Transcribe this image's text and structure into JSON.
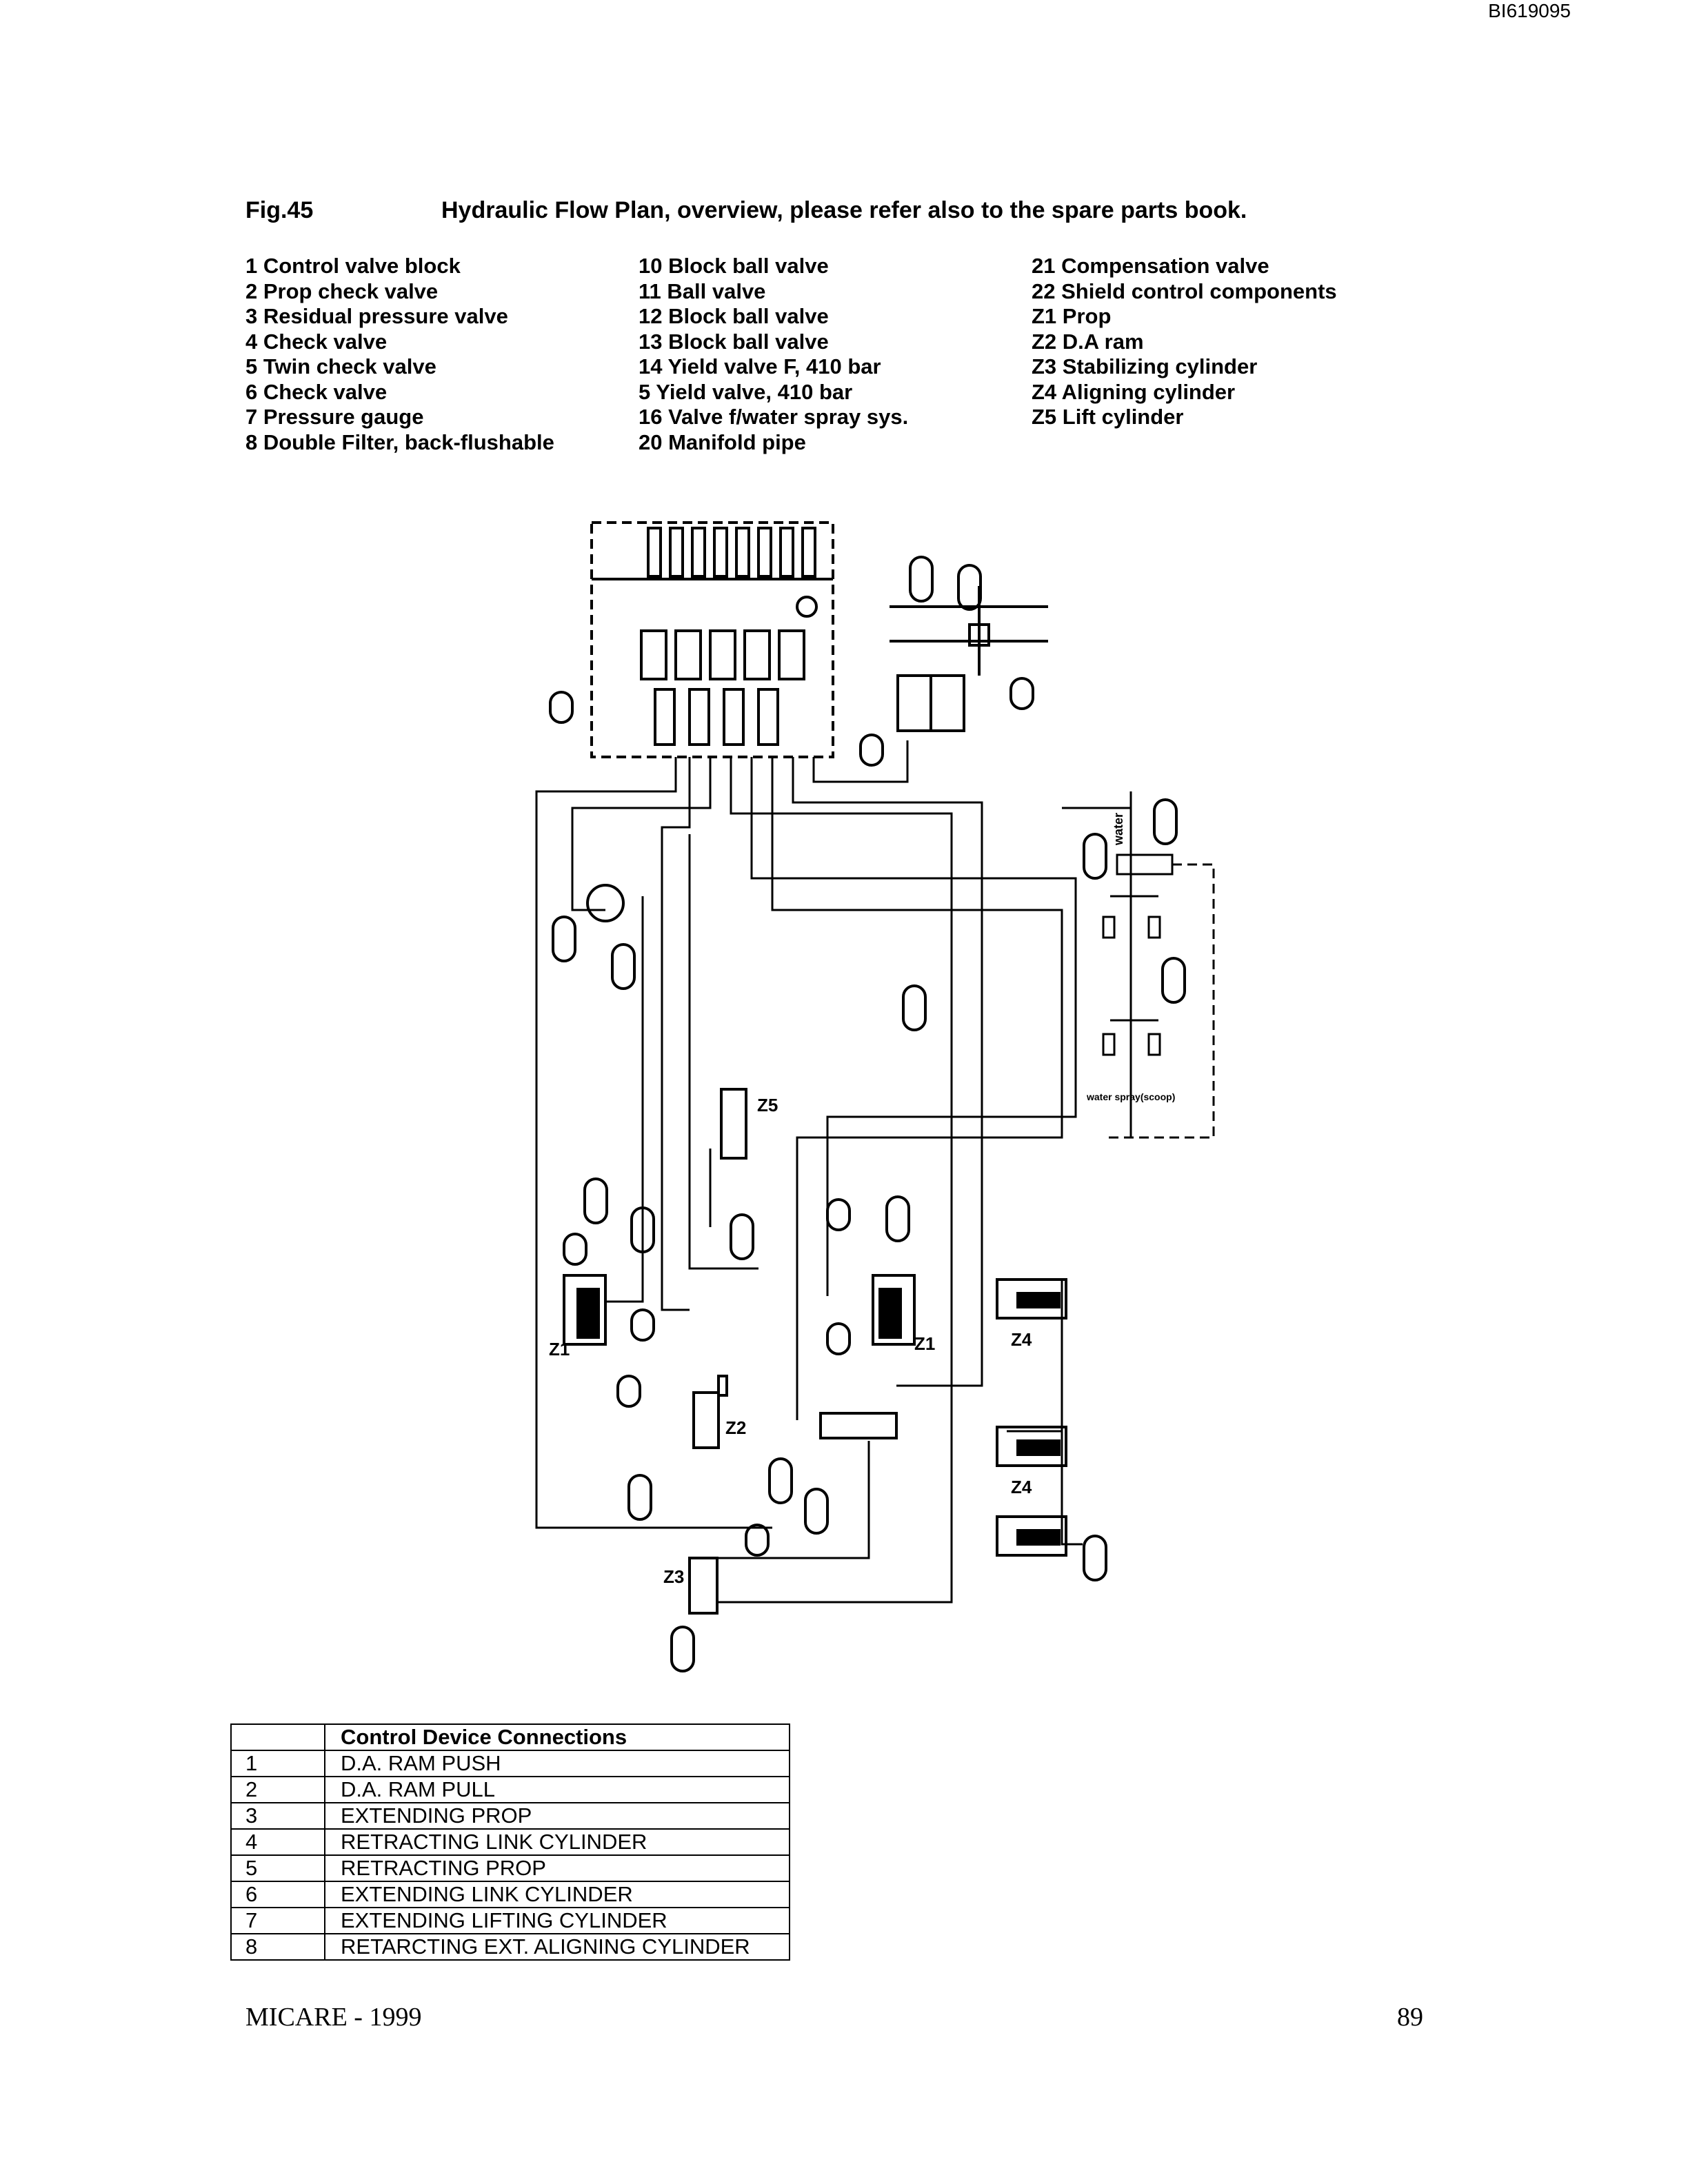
{
  "doc_id": "BI619095",
  "figure": {
    "number": "Fig.45",
    "title": "Hydraulic Flow Plan, overview, please refer also to the spare parts book."
  },
  "legend": {
    "col1": [
      "1 Control valve block",
      "2 Prop check valve",
      "3 Residual pressure valve",
      "4 Check valve",
      "5 Twin check valve",
      "6 Check valve",
      "7 Pressure gauge",
      "8 Double Filter, back-flushable"
    ],
    "col2": [
      "10 Block ball valve",
      "11 Ball valve",
      "12 Block ball valve",
      "13 Block ball valve",
      "14 Yield valve F, 410 bar",
      "5 Yield valve, 410 bar",
      "16 Valve f/water spray sys.",
      "20 Manifold pipe"
    ],
    "col3": [
      "21 Compensation valve",
      "22 Shield control components",
      "Z1 Prop",
      "Z2 D.A ram",
      "Z3 Stabilizing cylinder",
      "Z4 Aligning cylinder",
      "Z5 Lift cylinder"
    ]
  },
  "diagram_labels": {
    "z5": "Z5",
    "z1_left": "Z1",
    "z1_right": "Z1",
    "z2": "Z2",
    "z3": "Z3",
    "z4_top": "Z4",
    "z4_bottom": "Z4",
    "water": "water",
    "water_spray": "water spray(scoop)"
  },
  "table": {
    "header": "Control Device Connections",
    "rows": [
      {
        "num": "1",
        "desc": "D.A. RAM PUSH"
      },
      {
        "num": "2",
        "desc": "D.A. RAM PULL"
      },
      {
        "num": "3",
        "desc": "EXTENDING PROP"
      },
      {
        "num": "4",
        "desc": "RETRACTING LINK CYLINDER"
      },
      {
        "num": "5",
        "desc": "RETRACTING PROP"
      },
      {
        "num": "6",
        "desc": "EXTENDING LINK CYLINDER"
      },
      {
        "num": "7",
        "desc": "EXTENDING LIFTING CYLINDER"
      },
      {
        "num": "8",
        "desc": "RETARCTING EXT. ALIGNING CYLINDER"
      }
    ]
  },
  "footer": {
    "left": "MICARE - 1999",
    "right": "89"
  }
}
